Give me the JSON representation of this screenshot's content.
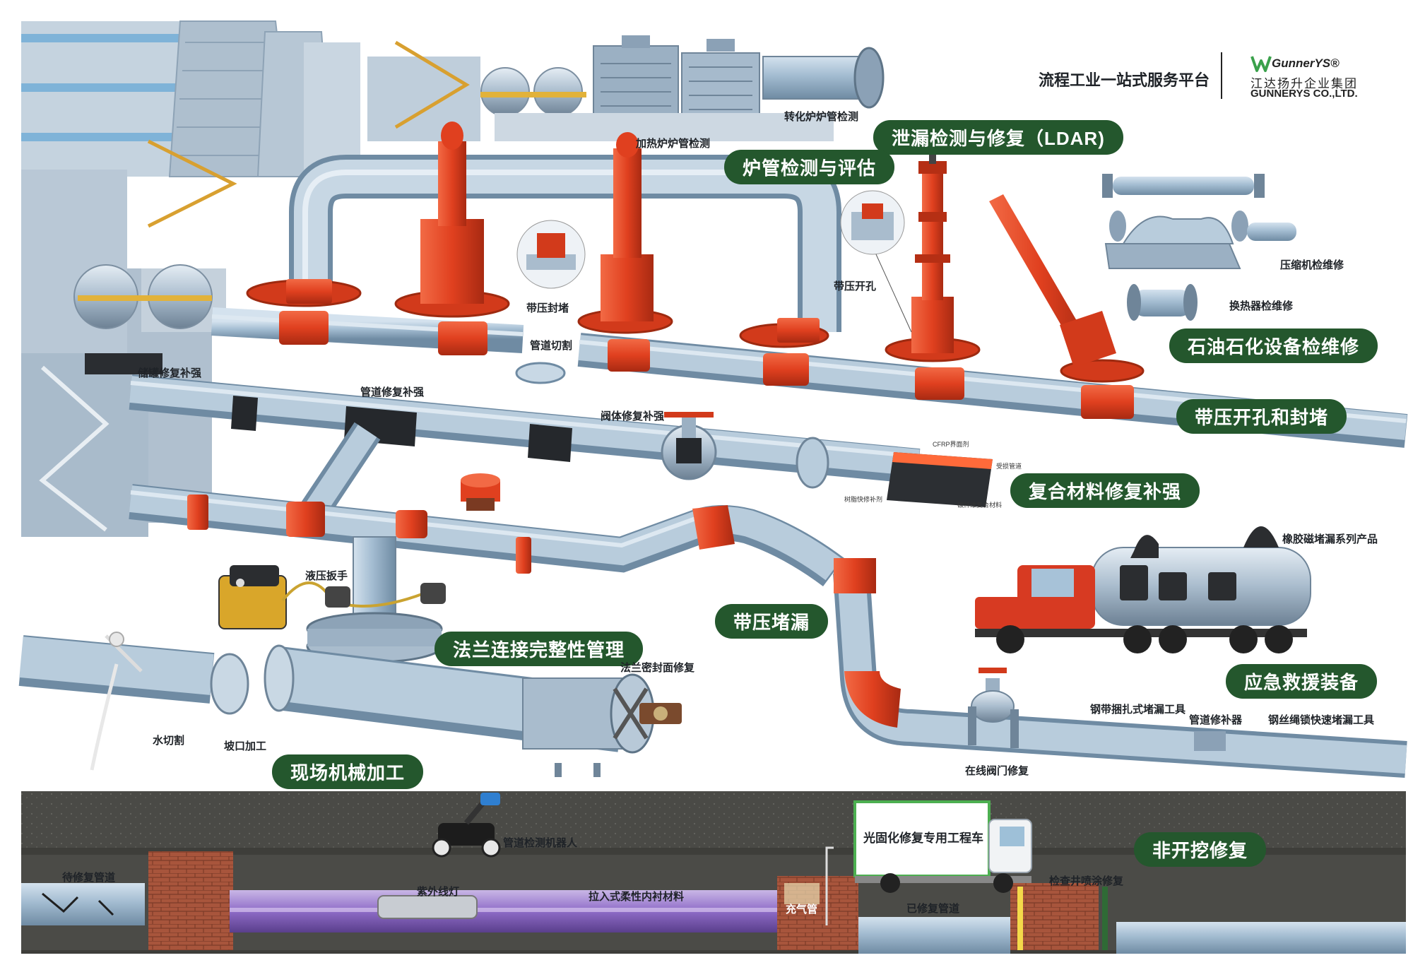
{
  "header": {
    "platform_title": "流程工业一站式服务平台",
    "brand_name": "GunnerYS®",
    "brand_cn": "江达扬升企业集团",
    "brand_en": "GUNNERYS CO.,LTD."
  },
  "sections": {
    "ldar": "泄漏检测与修复（LDAR)",
    "furnace": "炉管检测与评估",
    "petro": "石油石化设备检维修",
    "hot_tap": "带压开孔和封堵",
    "composite": "复合材料修复补强",
    "leak_seal": "带压堵漏",
    "flange": "法兰连接完整性管理",
    "emergency": "应急救援装备",
    "machining": "现场机械加工",
    "trenchless": "非开挖修复"
  },
  "labels": {
    "reform_furnace": "转化炉炉管检测",
    "heating_furnace": "加热炉炉管检测",
    "compressor": "压缩机检维修",
    "heat_exchanger": "换热器检维修",
    "hot_tap_plug": "带压封堵",
    "hot_tap_drill": "带压开孔",
    "pipe_cut": "管道切割",
    "tank_repair": "储罐修复补强",
    "pipe_repair": "管道修复补强",
    "valve_repair": "阀体修复补强",
    "rubber_magnet": "橡胶磁堵漏系列产品",
    "hydraulic_wrench": "液压扳手",
    "flange_face": "法兰密封面修复",
    "water_cut": "水切割",
    "bevel": "坡口加工",
    "steel_strap": "钢带捆扎式堵漏工具",
    "pipe_patch": "管道修补器",
    "wire_rope": "钢丝绳锁快速堵漏工具",
    "online_valve": "在线阀门修复",
    "robot": "管道检测机器人",
    "uv_truck": "光固化修复专用工程车",
    "manhole": "检查井喷涂修复",
    "to_repair": "待修复管道",
    "uv_lamp": "紫外线灯",
    "liner": "拉入式柔性内衬材料",
    "repaired": "已修复管道",
    "air_tube": "充气管",
    "cfrp_1": "CFRP界面剂",
    "cfrp_2": "受损管道",
    "cfrp_3": "树脂快修补剂",
    "cfrp_4": "碳纤维复合材料"
  },
  "colors": {
    "pipe": "#a6bfd4",
    "pipe_dark": "#6e8aa2",
    "red": "#e0401f",
    "green_pill": "#24572d",
    "soil": "#4a4a46",
    "brick": "#a8553c"
  }
}
